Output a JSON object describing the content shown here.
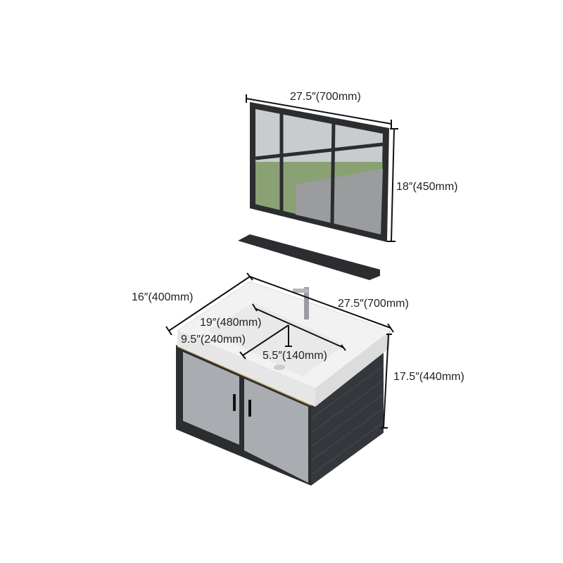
{
  "dimensions": {
    "mirror_width": "27.5″(700mm)",
    "mirror_height": "18″(450mm)",
    "cabinet_depth": "16″(400mm)",
    "cabinet_width": "27.5″(700mm)",
    "basin_width": "19″(480mm)",
    "basin_depth": "9.5″(240mm)",
    "basin_height": "5.5″(140mm)",
    "cabinet_height": "17.5″(440mm)"
  },
  "colors": {
    "frame": "#2b2d30",
    "basin": "#f2f2f2",
    "door": "#a9adb1",
    "accent": "#b08a4a",
    "line": "#111111"
  }
}
